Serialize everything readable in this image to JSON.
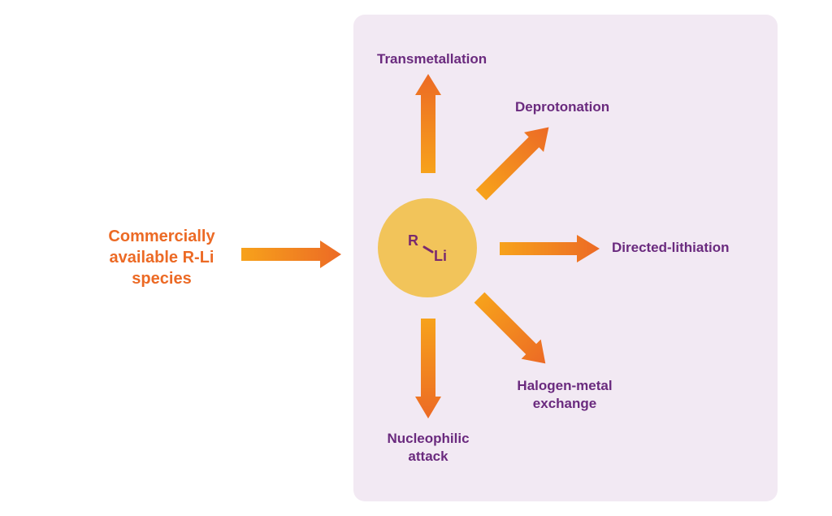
{
  "source": {
    "line1": "Commercially",
    "line2": "available R-Li",
    "line3": "species"
  },
  "center": {
    "r_label": "R",
    "li_label": "Li"
  },
  "outcomes": {
    "transmetallation": "Transmetallation",
    "deprotonation": "Deprotonation",
    "directed_lithiation": "Directed-lithiation",
    "halogen_metal_line1": "Halogen-metal",
    "halogen_metal_line2": "exchange",
    "nucleophilic_line1": "Nucleophilic",
    "nucleophilic_line2": "attack"
  },
  "colors": {
    "arrow_start": "#f7a21b",
    "arrow_end": "#ec6a25",
    "circle": "#f2c45a",
    "panel": "#f2e9f3",
    "outcome_text": "#6a2a7e",
    "source_text": "#ec6a25"
  }
}
